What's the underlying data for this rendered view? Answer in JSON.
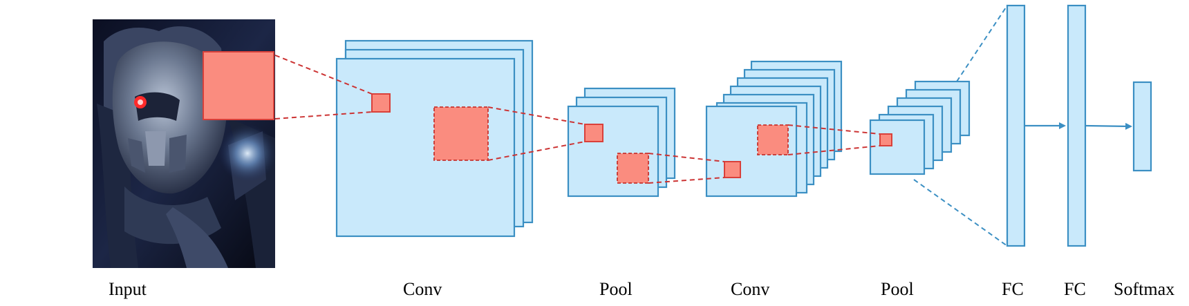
{
  "labels": {
    "input": "Input",
    "conv1": "Conv",
    "pool1": "Pool",
    "conv2": "Conv",
    "pool2": "Pool",
    "fc1": "FC",
    "fc2": "FC",
    "softmax": "Softmax"
  },
  "colors": {
    "feature_map_fill": "#c9e9fb",
    "feature_map_stroke": "#3b8fc3",
    "receptive_field_fill": "#fa8c7f",
    "receptive_field_stroke": "#d9403a",
    "connection_red": "#cc3333",
    "connection_blue": "#3b8fc3"
  },
  "input_image": "dark sci-fi helmeted creature portrait"
}
